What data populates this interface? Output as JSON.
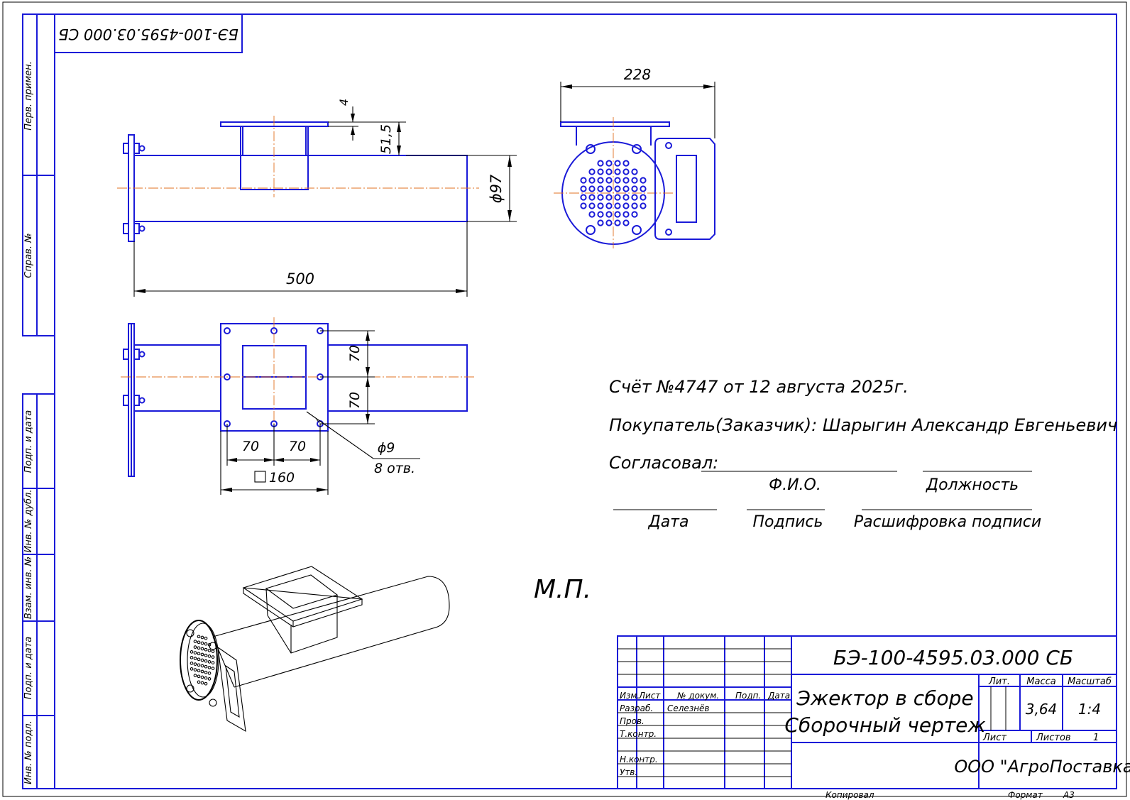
{
  "stamp_top": "БЭ-100-4595.03.000 СБ",
  "side_labels": {
    "perv_primen": "Перв. примен.",
    "sprav_no": "Справ. №",
    "podp_data_1": "Подп. и дата",
    "inv_dubl": "Инв. № дубл.",
    "vzam_inv": "Взам. инв. №",
    "podp_data_2": "Подп. и дата",
    "inv_podl": "Инв. № подл."
  },
  "dimensions": {
    "length": "500",
    "pipe_diameter": "ϕ97",
    "flange_thickness": "4",
    "flange_offset": "51,5",
    "width_228": "228",
    "hole_pitch_v1": "70",
    "hole_pitch_v2": "70",
    "hole_pitch_h1": "70",
    "hole_pitch_h2": "70",
    "square_size": "160",
    "hole_diameter": "ϕ9",
    "hole_count": "8 отв."
  },
  "notes": {
    "invoice": "Счёт №4747 от 12 августа 2025г.",
    "buyer": "Покупатель(Заказчик): Шарыгин Александр Евгеньевич",
    "approved_label": "Согласовал:",
    "fio": "Ф.И.О.",
    "position": "Должность",
    "date": "Дата",
    "signature": "Подпись",
    "decode_signature": "Расшифровка подписи",
    "stamp_place": "М.П."
  },
  "title_block": {
    "designation": "БЭ-100-4595.03.000 СБ",
    "name_line1": "Эжектор в сборе",
    "name_line2": "Сборочный чертеж",
    "col_izm": "Изм.",
    "col_list": "Лист",
    "col_doc": "№ докум.",
    "col_podp": "Подп.",
    "col_data": "Дата",
    "razrab": "Разраб.",
    "razrab_name": "Селезнёв",
    "prov": "Пров.",
    "tkontr": "Т.контр.",
    "nkontr": "Н.контр.",
    "utv": "Утв.",
    "lit": "Лит.",
    "massa": "Масса",
    "masshtab": "Масштаб",
    "massa_value": "3,64",
    "scale_value": "1:4",
    "list_label": "Лист",
    "listov_label": "Листов",
    "listov_value": "1",
    "company": "ООО \"АгроПоставка\"",
    "kopiroval": "Копировал",
    "format_label": "Формат",
    "format_value": "А3"
  },
  "colors": {
    "line": "#1a1ad8",
    "axis": "#e07020",
    "text": "#000000"
  }
}
